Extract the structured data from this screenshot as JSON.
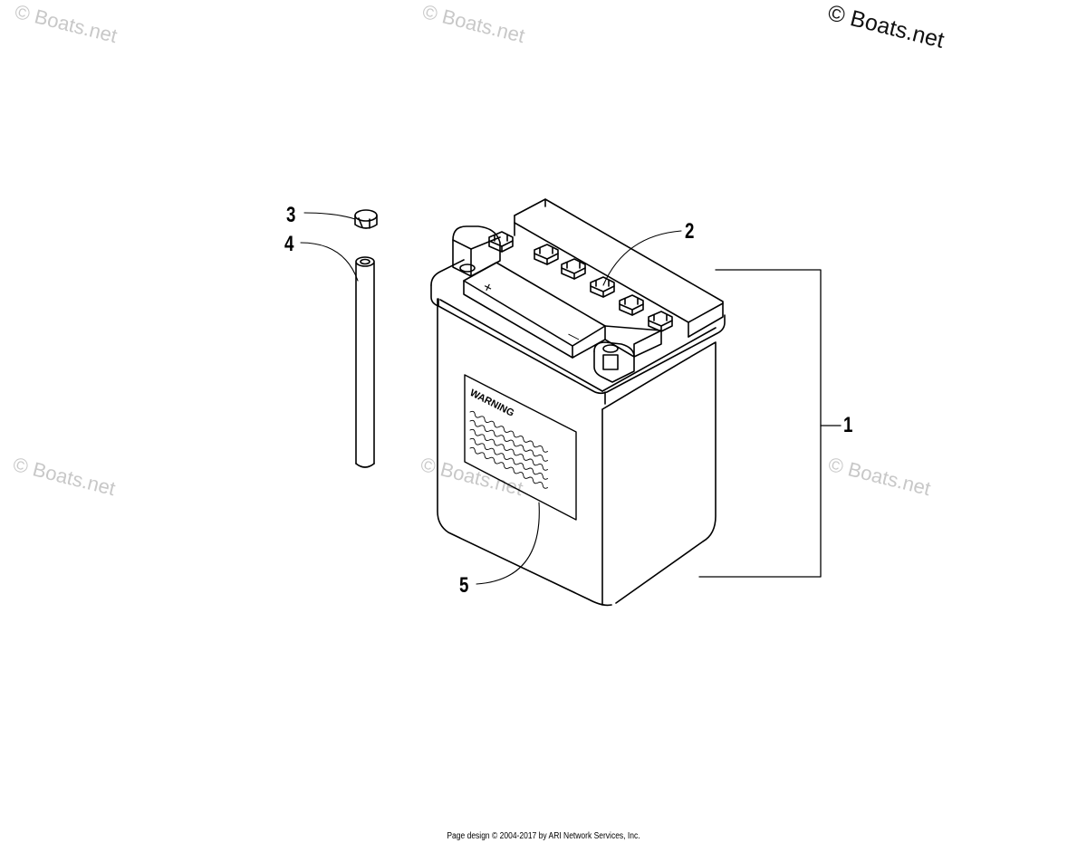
{
  "watermarks": {
    "top_left": "© Boats.net",
    "top_center": "© Boats.net",
    "top_right": "© Boats.net",
    "mid_left": "© Boats.net",
    "mid_center": "© Boats.net",
    "mid_right": "© Boats.net"
  },
  "callouts": {
    "c1": "1",
    "c2": "2",
    "c3": "3",
    "c4": "4",
    "c5": "5"
  },
  "label": {
    "warning": "WARNING",
    "plus": "+",
    "minus": "—"
  },
  "footer": {
    "text": "Page design © 2004-2017 by ARI Network Services, Inc."
  }
}
